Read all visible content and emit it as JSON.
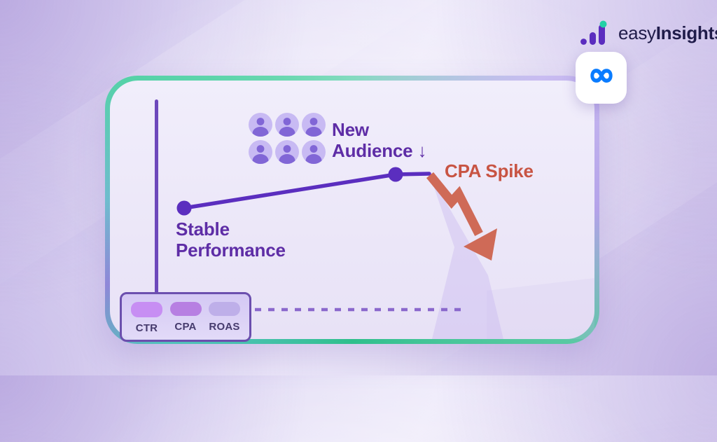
{
  "brand": {
    "name_regular": "easy",
    "name_bold": "Insights",
    "text_color": "#201c4a",
    "icon_purple": "#5b2dbf",
    "icon_teal": "#23d0a6"
  },
  "meta_card": {
    "name": "Meta",
    "glyph": "∞",
    "color": "#0a7cff"
  },
  "diagram": {
    "audience": {
      "line1": "New",
      "line2": "Audience ↓"
    },
    "stable": {
      "line1": "Stable",
      "line2": "Performance"
    },
    "spike": {
      "label": "CPA Spike",
      "text_color": "#c85443",
      "arrow_color": "#cf6a57"
    },
    "line_color": "#5b2ebf",
    "axis_color": "#6d48bb",
    "dashed_color": "#8a68cc",
    "audience_icon_count": 6,
    "frame_border": {
      "teal": "#5ad6a9",
      "lavender": "#b7a6ec",
      "green": "#2fbf8c"
    },
    "kpi_box": {
      "border_color": "#6b4fae",
      "label_color": "#463b6d",
      "items": [
        {
          "label": "CTR",
          "pill_color": "#c78ef3"
        },
        {
          "label": "CPA",
          "pill_color": "#b77fe2"
        },
        {
          "label": "ROAS",
          "pill_color": "#beafe9"
        }
      ]
    }
  }
}
